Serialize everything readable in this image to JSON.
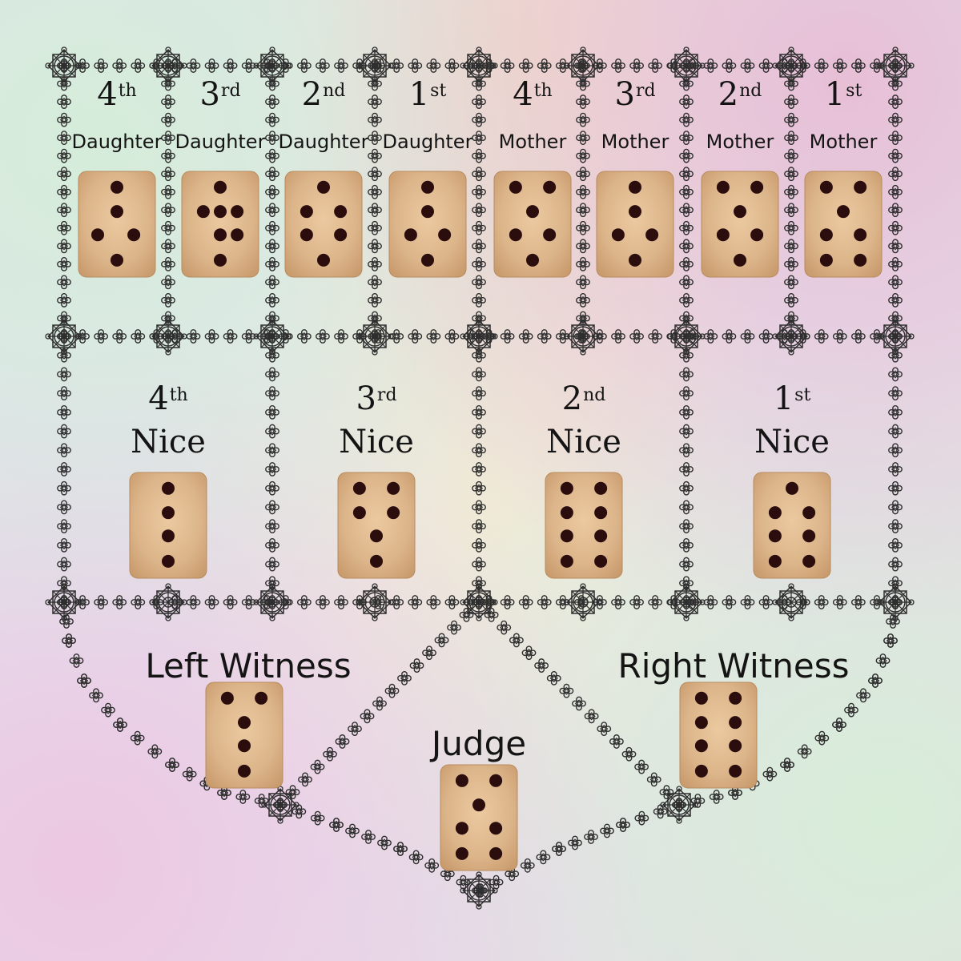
{
  "daughters_mothers": [
    {
      "num": "4",
      "suffix": "th",
      "role": "Daughter",
      "pips": [
        [
          0.5,
          0.15
        ],
        [
          0.5,
          0.38
        ],
        [
          0.25,
          0.6
        ],
        [
          0.72,
          0.6
        ],
        [
          0.5,
          0.84
        ]
      ]
    },
    {
      "num": "3",
      "suffix": "rd",
      "role": "Daughter",
      "pips": [
        [
          0.5,
          0.15
        ],
        [
          0.5,
          0.38
        ],
        [
          0.28,
          0.38
        ],
        [
          0.72,
          0.38
        ],
        [
          0.5,
          0.6
        ],
        [
          0.72,
          0.6
        ],
        [
          0.5,
          0.84
        ]
      ]
    },
    {
      "num": "2",
      "suffix": "nd",
      "role": "Daughter",
      "pips": [
        [
          0.5,
          0.15
        ],
        [
          0.28,
          0.38
        ],
        [
          0.72,
          0.38
        ],
        [
          0.28,
          0.6
        ],
        [
          0.72,
          0.6
        ],
        [
          0.5,
          0.84
        ]
      ]
    },
    {
      "num": "1",
      "suffix": "st",
      "role": "Daughter",
      "pips": [
        [
          0.5,
          0.15
        ],
        [
          0.5,
          0.38
        ],
        [
          0.28,
          0.6
        ],
        [
          0.72,
          0.6
        ],
        [
          0.5,
          0.84
        ]
      ]
    },
    {
      "num": "4",
      "suffix": "th",
      "role": "Mother",
      "pips": [
        [
          0.28,
          0.15
        ],
        [
          0.72,
          0.15
        ],
        [
          0.5,
          0.38
        ],
        [
          0.28,
          0.6
        ],
        [
          0.72,
          0.6
        ],
        [
          0.5,
          0.84
        ]
      ]
    },
    {
      "num": "3",
      "suffix": "rd",
      "role": "Mother",
      "pips": [
        [
          0.5,
          0.15
        ],
        [
          0.5,
          0.38
        ],
        [
          0.28,
          0.6
        ],
        [
          0.72,
          0.6
        ],
        [
          0.5,
          0.84
        ]
      ]
    },
    {
      "num": "2",
      "suffix": "nd",
      "role": "Mother",
      "pips": [
        [
          0.28,
          0.15
        ],
        [
          0.72,
          0.15
        ],
        [
          0.5,
          0.38
        ],
        [
          0.28,
          0.6
        ],
        [
          0.72,
          0.6
        ],
        [
          0.5,
          0.84
        ]
      ]
    },
    {
      "num": "1",
      "suffix": "st",
      "role": "Mother",
      "pips": [
        [
          0.28,
          0.15
        ],
        [
          0.72,
          0.15
        ],
        [
          0.5,
          0.38
        ],
        [
          0.28,
          0.6
        ],
        [
          0.72,
          0.6
        ],
        [
          0.28,
          0.84
        ],
        [
          0.72,
          0.84
        ]
      ]
    }
  ],
  "nieces": [
    {
      "num": "4",
      "suffix": "th",
      "word": "Nice",
      "pips": [
        [
          0.5,
          0.15
        ],
        [
          0.5,
          0.38
        ],
        [
          0.5,
          0.6
        ],
        [
          0.5,
          0.84
        ]
      ]
    },
    {
      "num": "3",
      "suffix": "rd",
      "word": "Nice",
      "pips": [
        [
          0.28,
          0.15
        ],
        [
          0.72,
          0.15
        ],
        [
          0.28,
          0.38
        ],
        [
          0.72,
          0.38
        ],
        [
          0.5,
          0.6
        ],
        [
          0.5,
          0.84
        ]
      ]
    },
    {
      "num": "2",
      "suffix": "nd",
      "word": "Nice",
      "pips": [
        [
          0.28,
          0.15
        ],
        [
          0.72,
          0.15
        ],
        [
          0.28,
          0.38
        ],
        [
          0.72,
          0.38
        ],
        [
          0.28,
          0.6
        ],
        [
          0.72,
          0.6
        ],
        [
          0.28,
          0.84
        ],
        [
          0.72,
          0.84
        ]
      ]
    },
    {
      "num": "1",
      "suffix": "st",
      "word": "Nice",
      "pips": [
        [
          0.5,
          0.15
        ],
        [
          0.28,
          0.38
        ],
        [
          0.72,
          0.38
        ],
        [
          0.28,
          0.6
        ],
        [
          0.72,
          0.6
        ],
        [
          0.28,
          0.84
        ],
        [
          0.72,
          0.84
        ]
      ]
    }
  ],
  "court": {
    "left_witness": {
      "label": "Left Witness",
      "pips": [
        [
          0.28,
          0.15
        ],
        [
          0.72,
          0.15
        ],
        [
          0.5,
          0.38
        ],
        [
          0.5,
          0.6
        ],
        [
          0.5,
          0.84
        ]
      ]
    },
    "right_witness": {
      "label": "Right Witness",
      "pips": [
        [
          0.28,
          0.15
        ],
        [
          0.72,
          0.15
        ],
        [
          0.28,
          0.38
        ],
        [
          0.72,
          0.38
        ],
        [
          0.28,
          0.6
        ],
        [
          0.72,
          0.6
        ],
        [
          0.28,
          0.84
        ],
        [
          0.72,
          0.84
        ]
      ]
    },
    "judge": {
      "label": "Judge",
      "pips": [
        [
          0.28,
          0.15
        ],
        [
          0.72,
          0.15
        ],
        [
          0.5,
          0.38
        ],
        [
          0.28,
          0.6
        ],
        [
          0.72,
          0.6
        ],
        [
          0.28,
          0.84
        ],
        [
          0.72,
          0.84
        ]
      ]
    }
  },
  "colors": {
    "ink": "#1a1a1a",
    "wood": "#dcb58a",
    "pip": "#2b0d0d",
    "border": "#2e2e2e"
  },
  "icons": [
    "celtic-knot-icon",
    "mandala-medallion-icon"
  ]
}
